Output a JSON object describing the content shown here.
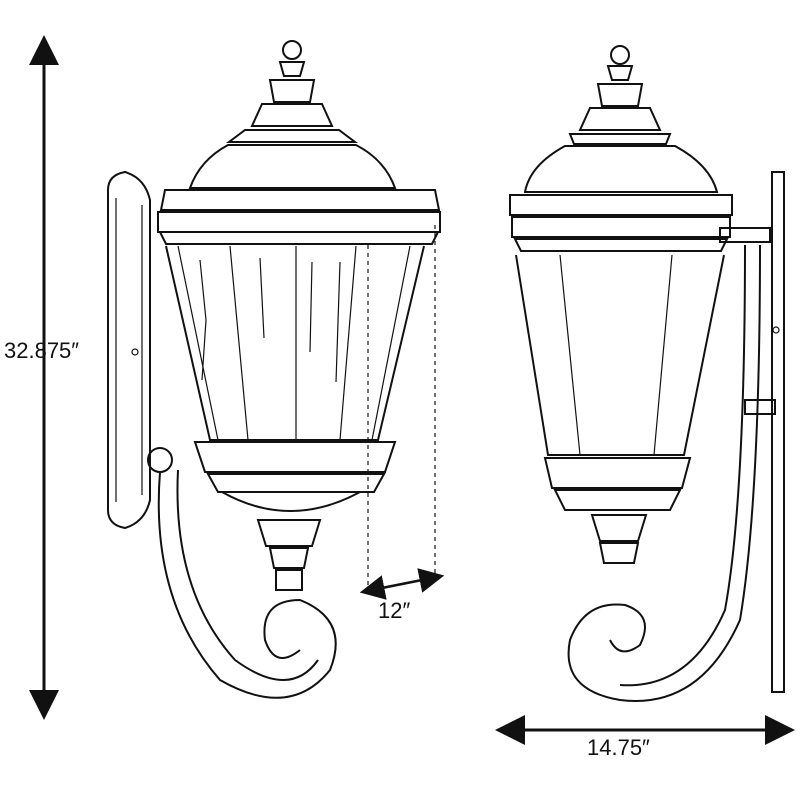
{
  "dimensions": {
    "height": "32.875″",
    "depth": "12″",
    "width": "14.75″"
  },
  "colors": {
    "line": "#111111",
    "background": "#ffffff"
  }
}
